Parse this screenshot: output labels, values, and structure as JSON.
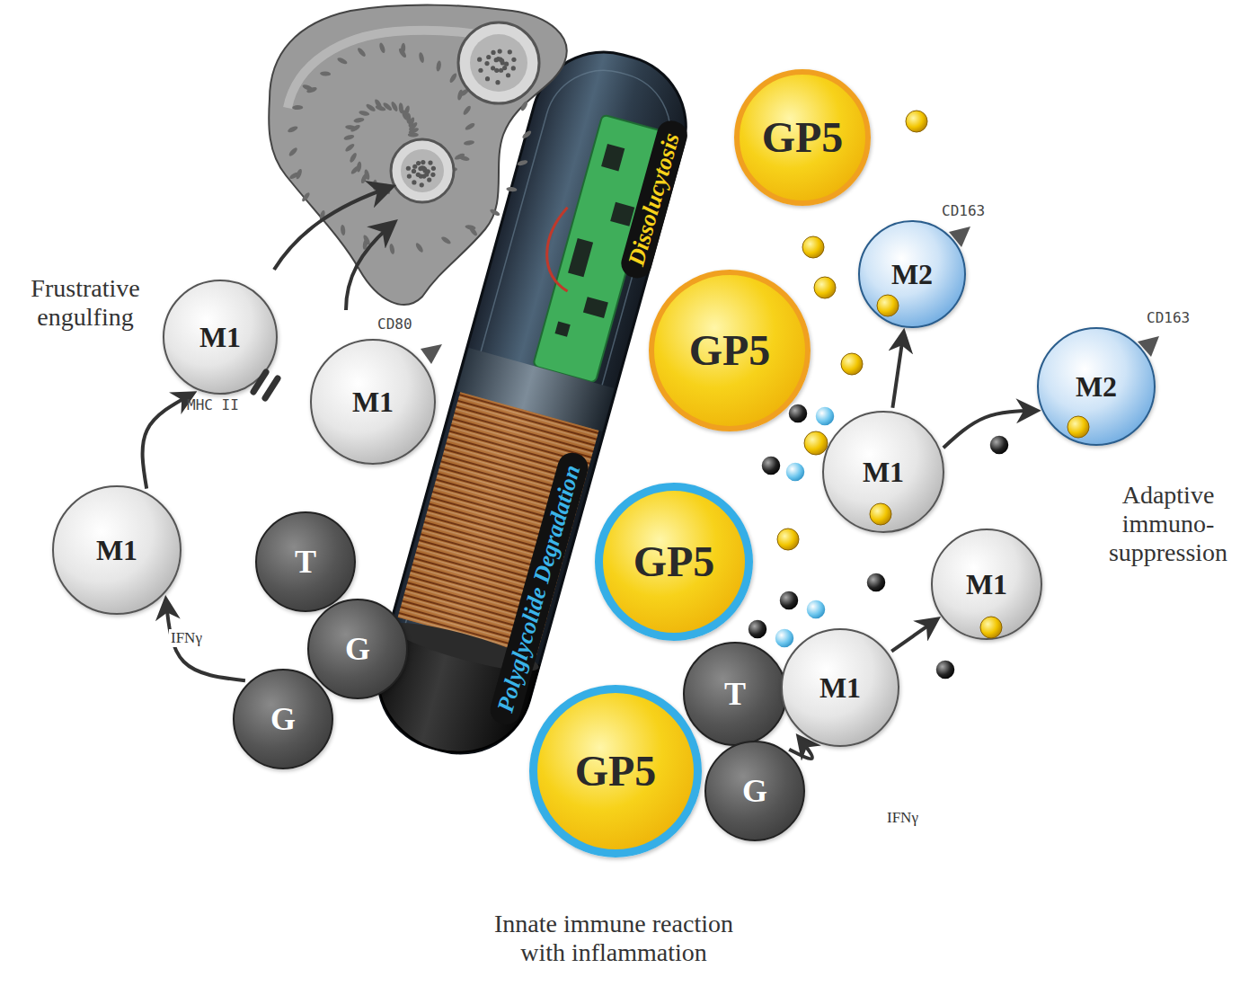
{
  "diagram": {
    "nodes": [
      {
        "text": [
          "M1"
        ]
      },
      {
        "text": [
          "M1"
        ]
      },
      {
        "text": [
          "M1"
        ]
      },
      {
        "text": [
          "T"
        ]
      },
      {
        "text": [
          "G"
        ]
      },
      {
        "text": [
          "G"
        ]
      },
      {
        "text": [
          "GP5"
        ]
      },
      {
        "text": [
          "GP5"
        ]
      },
      {
        "text": [
          "GP5"
        ]
      },
      {
        "text": [
          "GP5"
        ]
      },
      {
        "text": [
          "M2"
        ]
      },
      {
        "text": [
          "M2"
        ]
      },
      {
        "text": [
          "M1"
        ]
      },
      {
        "text": [
          "M1"
        ]
      },
      {
        "text": [
          "T"
        ]
      },
      {
        "text": [
          "M1"
        ]
      },
      {
        "text": [
          "G"
        ]
      }
    ],
    "edges": [
      {
        "from": 0,
        "to": 1,
        "arrow": "to"
      },
      {
        "from": 5,
        "to": 0,
        "label": "IFNγ",
        "arrow": "to"
      },
      {
        "from": 16,
        "to": 15,
        "label": "IFNγ",
        "arrow": "to"
      },
      {
        "from": 15,
        "to": 13,
        "arrow": "to"
      },
      {
        "from": 12,
        "to": 10,
        "arrow": "to"
      },
      {
        "from": 12,
        "to": 11,
        "arrow": "to"
      }
    ],
    "labels": [
      "Frustrative engulfing",
      "MHC II",
      "CD80",
      "CD163",
      "CD163",
      "Adaptive immuno- suppression",
      "Innate immune reaction with inflammation",
      "Dissolucytosis",
      "Polyglycolide Degradation"
    ]
  }
}
